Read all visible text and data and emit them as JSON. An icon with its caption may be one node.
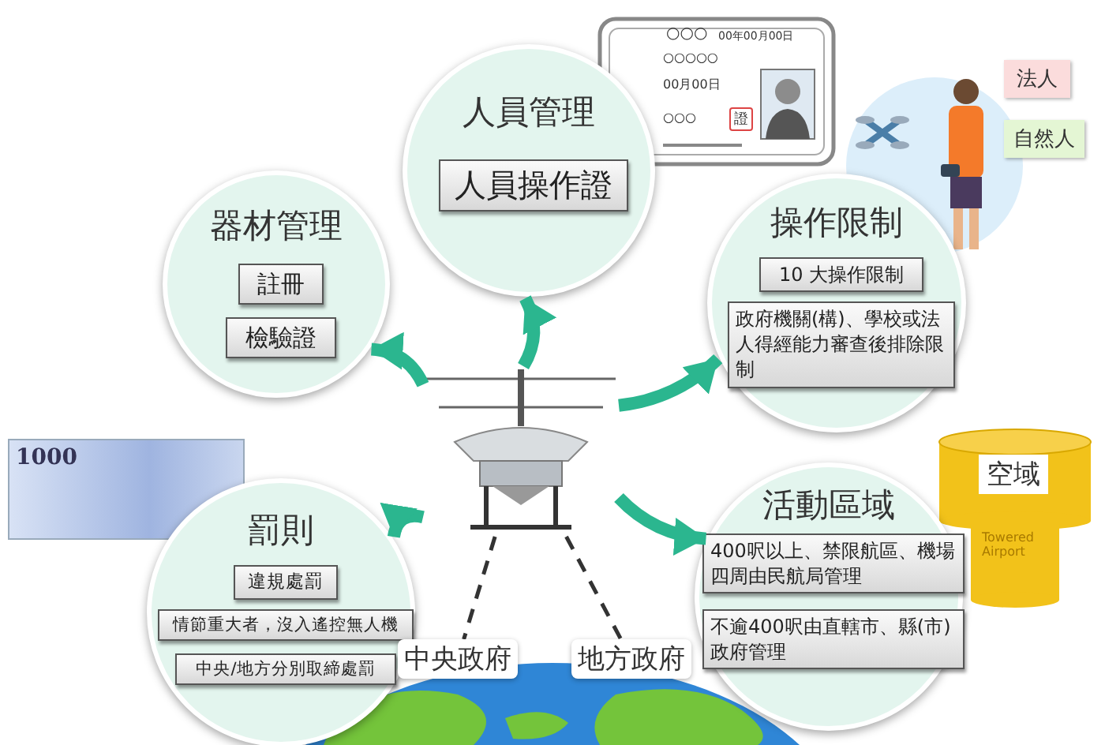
{
  "diagram": {
    "nodes": [
      {
        "text": [],
        "shape": "picture"
      },
      {
        "text": [
          "人員管理"
        ]
      },
      {
        "text": [
          "人員操作證"
        ],
        "in": 1
      },
      {
        "text": [
          "器材管理"
        ]
      },
      {
        "text": [
          "註冊"
        ],
        "in": 3
      },
      {
        "text": [
          "檢驗證"
        ],
        "in": 3
      },
      {
        "text": [
          "操作限制"
        ]
      },
      {
        "text": [
          "10 大操作限制"
        ],
        "in": 6
      },
      {
        "text": [
          "政府機關(構)、學校或法人得經能力審查後排除限制"
        ],
        "in": 6
      },
      {
        "text": [
          "罰則"
        ]
      },
      {
        "text": [
          "違規處罰"
        ],
        "in": 9
      },
      {
        "text": [
          "情節重大者，沒入遙控無人機"
        ],
        "in": 9
      },
      {
        "text": [
          "中央/地方分別取締處罰"
        ],
        "in": 9
      },
      {
        "text": [
          "活動區域"
        ]
      },
      {
        "text": [
          "400呎以上、禁限航區、機場四周由民航局管理"
        ],
        "in": 13
      },
      {
        "text": [
          "不逾400呎由直轄市、縣(市)政府管理"
        ],
        "in": 13
      },
      {
        "text": [
          "中央政府"
        ]
      },
      {
        "text": [
          "地方政府"
        ]
      }
    ],
    "edges": [
      {
        "from": 0,
        "to": 1,
        "arrow": "to"
      },
      {
        "from": 0,
        "to": 3,
        "arrow": "to"
      },
      {
        "from": 0,
        "to": 6,
        "arrow": "to"
      },
      {
        "from": 0,
        "to": 9,
        "arrow": "to"
      },
      {
        "from": 0,
        "to": 13,
        "arrow": "to"
      },
      {
        "from": 0,
        "to": 16,
        "arrow": "none",
        "style": "dashed",
        "color": "#333333"
      },
      {
        "from": 0,
        "to": 17,
        "arrow": "none",
        "style": "dashed",
        "color": "#333333"
      }
    ],
    "labels": [
      "○○○",
      "00年00月00日",
      "○○○○○",
      "00月00日",
      "○○○",
      "證",
      "法人",
      "自然人",
      "1000",
      "空域",
      "Towered Airport"
    ]
  }
}
